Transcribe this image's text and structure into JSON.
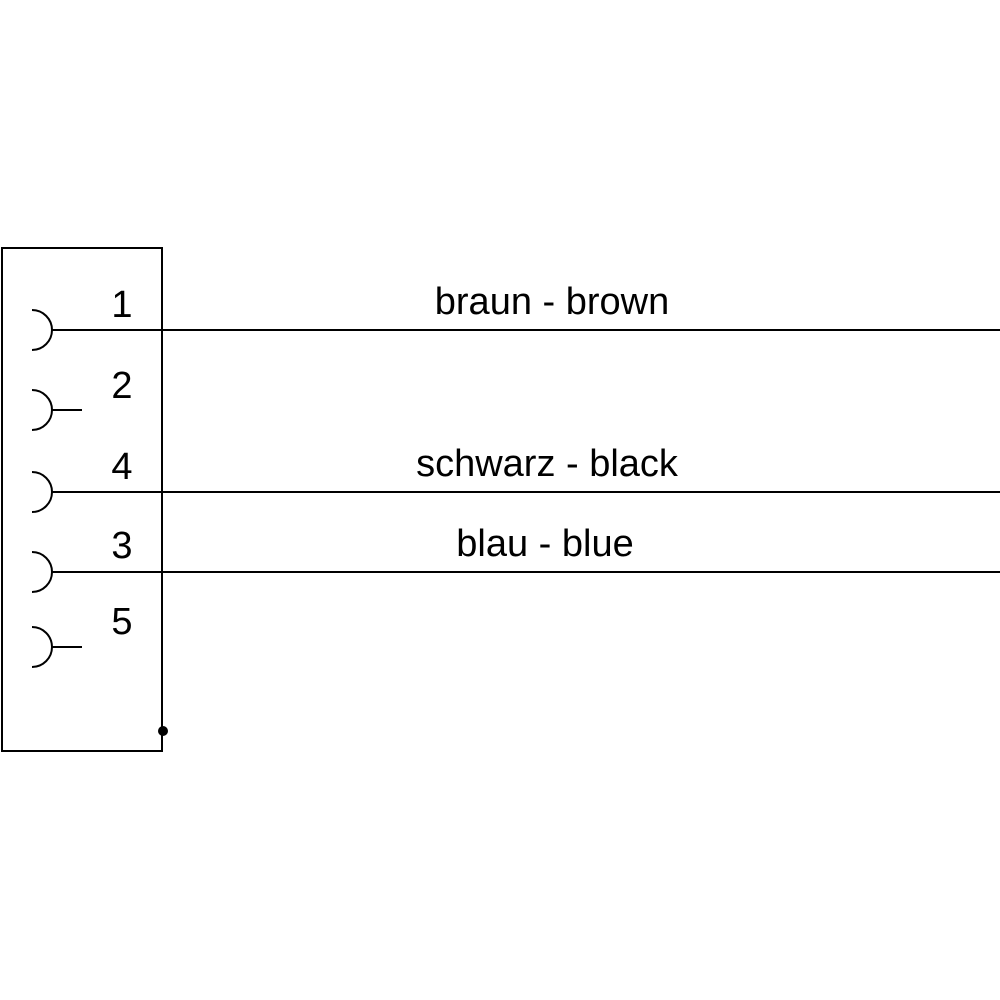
{
  "diagram": {
    "pins": [
      {
        "number": "1",
        "wire_label": "braun - brown",
        "wired": true
      },
      {
        "number": "2",
        "wire_label": "",
        "wired": false
      },
      {
        "number": "4",
        "wire_label": "schwarz - black",
        "wired": true
      },
      {
        "number": "3",
        "wire_label": "blau - blue",
        "wired": true
      },
      {
        "number": "5",
        "wire_label": "",
        "wired": false
      }
    ],
    "colors": {
      "line": "#000000",
      "background": "#ffffff"
    }
  }
}
